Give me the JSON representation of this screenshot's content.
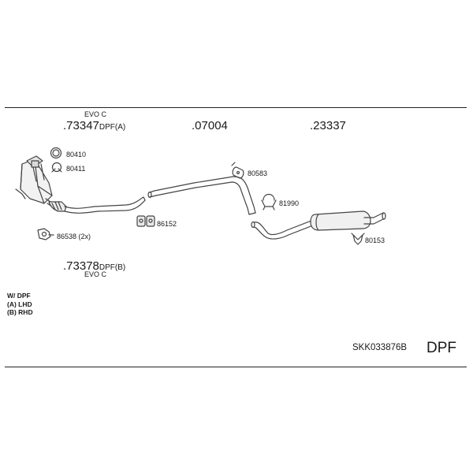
{
  "parts": {
    "p73347": {
      "sublabel": "EVO C",
      "number": ".73347",
      "suffix": "DPF(A)"
    },
    "p07004": {
      "number": ".07004"
    },
    "p23337": {
      "number": ".23337"
    },
    "p73378": {
      "sublabel": "EVO C",
      "number": ".73378",
      "suffix": "DPF(B)"
    }
  },
  "small_parts": {
    "p80410": "80410",
    "p80411": "80411",
    "p80583": "80583",
    "p81990": "81990",
    "p86152": "86152",
    "p86538": "86538 (2x)",
    "p80153": "80153"
  },
  "legend": [
    "W/ DPF",
    "(A) LHD",
    "(B) RHD"
  ],
  "kit_code": "SKK033876B",
  "kit_type": "DPF",
  "colors": {
    "line": "#444444",
    "frame": "#222222"
  }
}
